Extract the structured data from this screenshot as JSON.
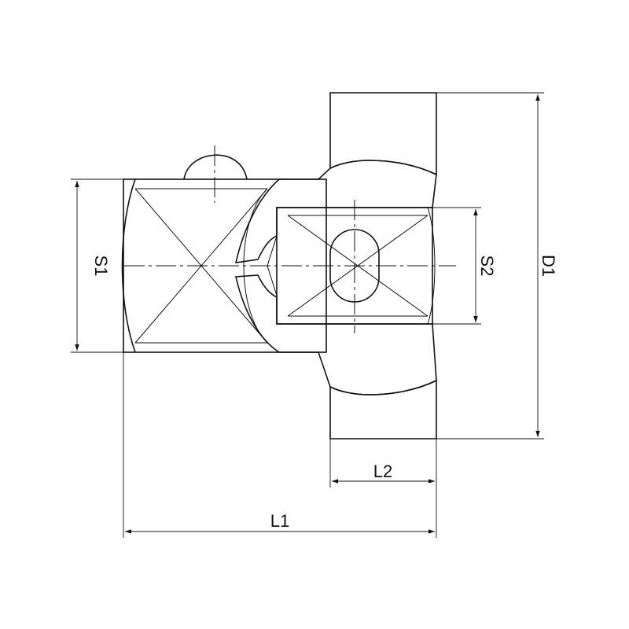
{
  "drawing": {
    "labels": {
      "s1": "S1",
      "s2": "S2",
      "d1": "D1",
      "l1": "L1",
      "l2": "L2"
    },
    "colors": {
      "line": "#111111",
      "background": "#ffffff"
    }
  }
}
